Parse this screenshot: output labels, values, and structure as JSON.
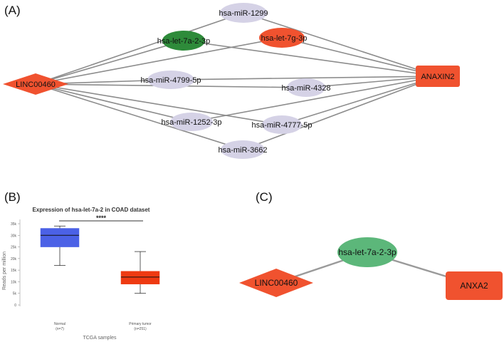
{
  "panels": {
    "a": {
      "label": "(A)"
    },
    "b": {
      "label": "(B)"
    },
    "c": {
      "label": "(C)"
    }
  },
  "network_a": {
    "lnc": {
      "label": "LINC00460",
      "color": "#f0522f"
    },
    "target": {
      "label": "ANAXIN2",
      "color": "#f0522f"
    },
    "mirnas": [
      {
        "id": "m1299",
        "label": "hsa-miR-1299",
        "color": "#d5d2e6"
      },
      {
        "id": "let7a",
        "label": "hsa-let-7a-2-3p",
        "color": "#2e8b3a"
      },
      {
        "id": "let7g",
        "label": "hsa-let-7g-3p",
        "color": "#f0522f"
      },
      {
        "id": "m4799",
        "label": "hsa-miR-4799-5p",
        "color": "#d5d2e6"
      },
      {
        "id": "m4328",
        "label": "hsa-miR-4328",
        "color": "#d5d2e6"
      },
      {
        "id": "m1252",
        "label": "hsa-miR-1252-3p",
        "color": "#d5d2e6"
      },
      {
        "id": "m4777",
        "label": "hsa-miR-4777-5p",
        "color": "#d5d2e6"
      },
      {
        "id": "m3662",
        "label": "hsa-miR-3662",
        "color": "#d5d2e6"
      }
    ]
  },
  "network_c": {
    "lnc": {
      "label": "LINC00460",
      "color": "#f0522f"
    },
    "mirna": {
      "label": "hsa-let-7a-2-3p",
      "color": "#5cb77a"
    },
    "target": {
      "label": "ANXA2",
      "color": "#f0522f"
    }
  },
  "chart_data": {
    "type": "box",
    "title": "Expression of hsa-let-7a-2 in COAD dataset",
    "xlabel": "TCGA samples",
    "ylabel": "Reads per million",
    "ylim": [
      0,
      35000
    ],
    "yticks": [
      "0",
      "5k",
      "10k",
      "15k",
      "20k",
      "25k",
      "30k",
      "35k"
    ],
    "ytick_values": [
      0,
      5000,
      10000,
      15000,
      20000,
      25000,
      30000,
      35000
    ],
    "significance": "****",
    "boxes": [
      {
        "name": "Normal",
        "n_label": "(n=7)",
        "color": "#4b61e6",
        "min": 17000,
        "q1": 25000,
        "median": 30000,
        "q3": 33000,
        "max": 34000
      },
      {
        "name": "Primary tumor",
        "n_label": "(n=251)",
        "color": "#ee3a12",
        "min": 5000,
        "q1": 9000,
        "median": 12000,
        "q3": 14500,
        "max": 23000
      }
    ]
  }
}
